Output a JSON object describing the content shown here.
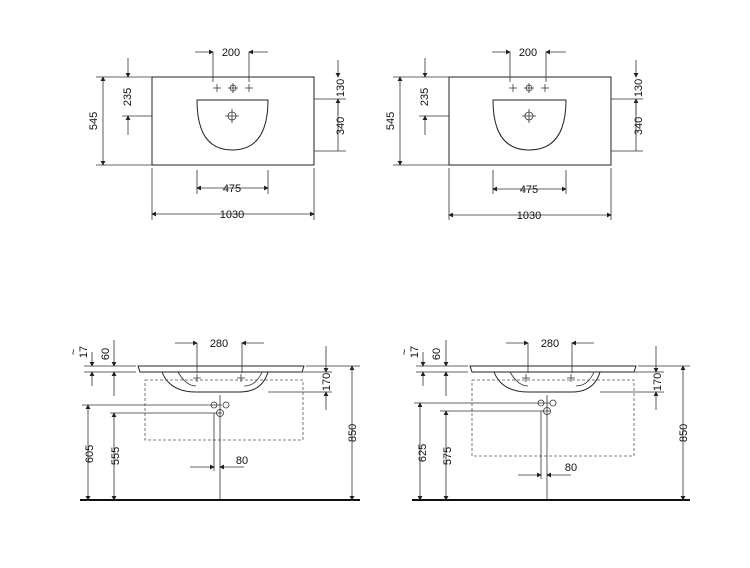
{
  "views": {
    "top_left": {
      "tap_spacing": "200",
      "left_offset": "235",
      "depth": "545",
      "right_top": "130",
      "right_bottom": "340",
      "bowl_width": "475",
      "overall_width": "1030"
    },
    "top_right": {
      "tap_spacing": "200",
      "left_offset": "235",
      "depth": "545",
      "right_top": "130",
      "right_bottom": "340",
      "bowl_width": "475",
      "overall_width": "1030"
    },
    "side_left": {
      "tilde": "~",
      "rim_top": "17",
      "rim_thickness": "60",
      "basin_spacing": "280",
      "basin_depth": "170",
      "overall_height": "850",
      "outlet_height": "605",
      "cabinet_height": "555",
      "outlet_offset": "80"
    },
    "side_right": {
      "tilde": "~",
      "rim_top": "17",
      "rim_thickness": "60",
      "basin_spacing": "280",
      "basin_depth": "170",
      "overall_height": "850",
      "outlet_height": "625",
      "cabinet_height": "575",
      "outlet_offset": "80"
    }
  }
}
